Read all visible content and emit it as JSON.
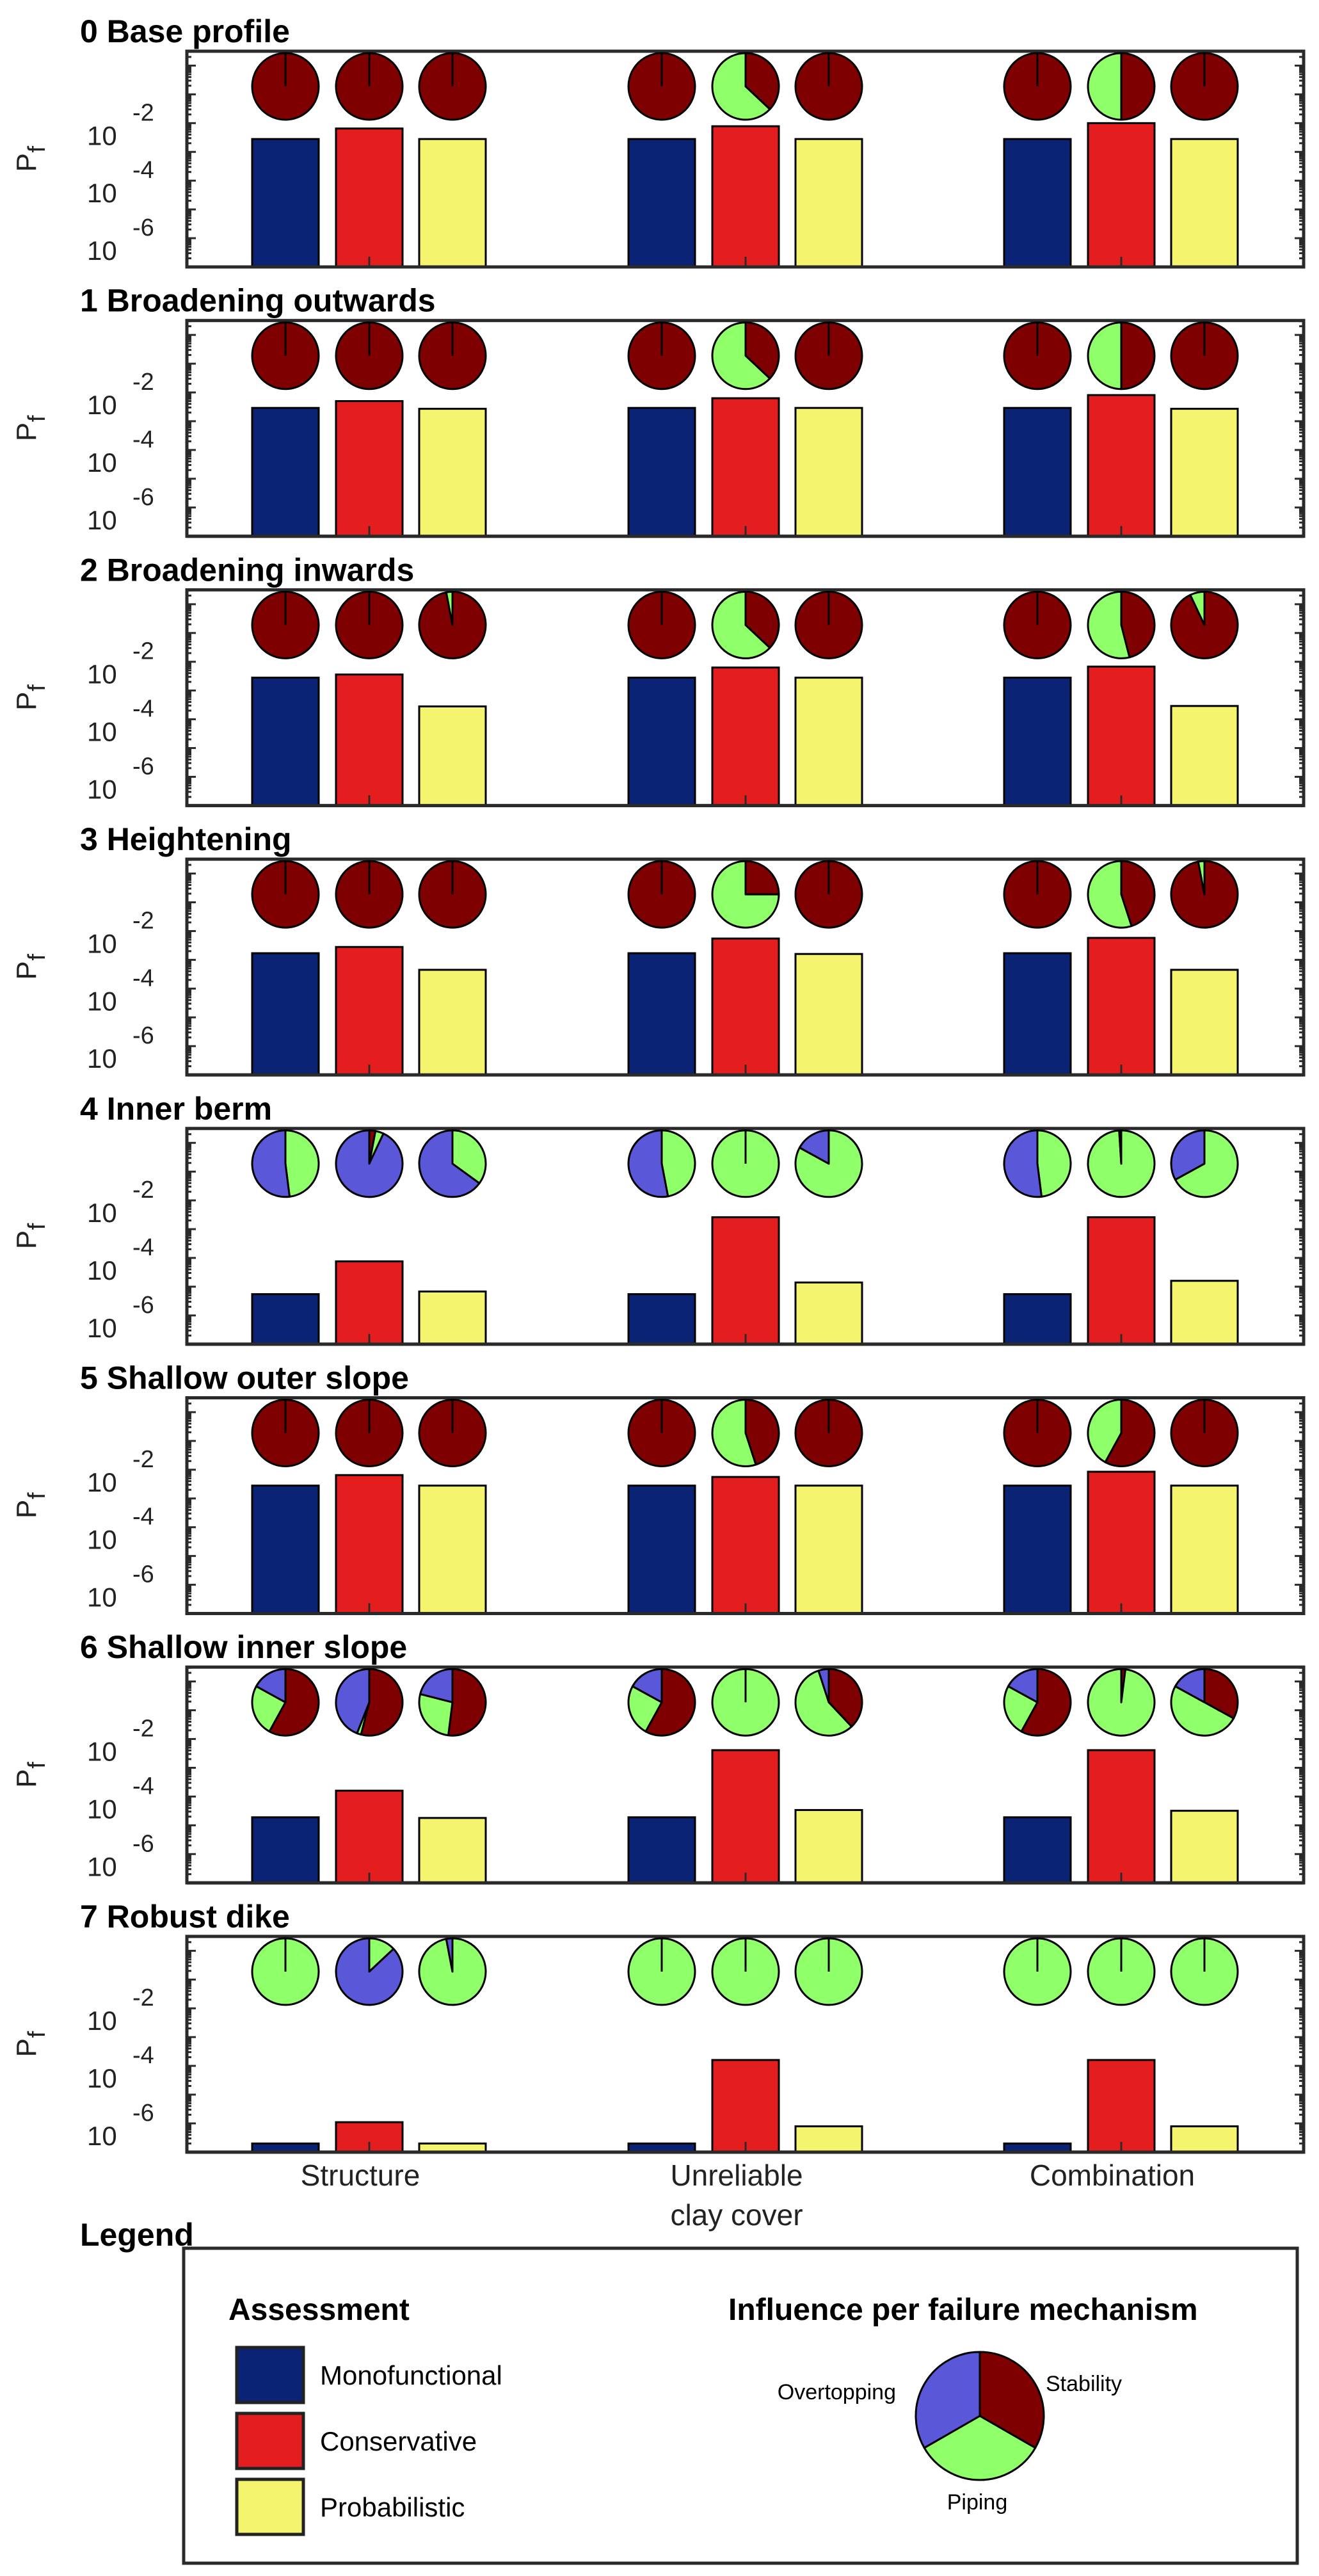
{
  "chart_data": {
    "type": "bar",
    "ylabel": "P",
    "ylabel_sub": "f",
    "yscale": "log",
    "ylim_log10": [
      -7,
      0.5
    ],
    "yticks": [
      {
        "base": "10",
        "exp": "-2",
        "log10": -2
      },
      {
        "base": "10",
        "exp": "-4",
        "log10": -4
      },
      {
        "base": "10",
        "exp": "-6",
        "log10": -6
      }
    ],
    "categories": [
      {
        "lines": [
          "Structure"
        ]
      },
      {
        "lines": [
          "Unreliable",
          "clay cover"
        ]
      },
      {
        "lines": [
          "Combination"
        ]
      }
    ],
    "series": [
      "Monofunctional",
      "Conservative",
      "Probabilistic"
    ],
    "series_colors": [
      "#0a2374",
      "#e41e1e",
      "#f4f46e"
    ],
    "mechanisms": [
      "Stability",
      "Piping",
      "Overtopping"
    ],
    "mechanism_colors": [
      "#7f0000",
      "#8fff6a",
      "#5a57d8"
    ],
    "panels": [
      {
        "title": "0 Base profile",
        "values": [
          [
            0.0028,
            0.0065,
            0.0028
          ],
          [
            0.0028,
            0.0078,
            0.0028
          ],
          [
            0.0028,
            0.01,
            0.0028
          ]
        ],
        "pies": [
          [
            [
              1,
              0,
              0
            ],
            [
              1,
              0,
              0
            ],
            [
              1,
              0,
              0
            ]
          ],
          [
            [
              1,
              0,
              0
            ],
            [
              0.37,
              0.63,
              0
            ],
            [
              1,
              0,
              0
            ]
          ],
          [
            [
              1,
              0,
              0
            ],
            [
              0.5,
              0.5,
              0
            ],
            [
              1,
              0,
              0
            ]
          ]
        ]
      },
      {
        "title": "1 Broadening outwards",
        "values": [
          [
            0.0029,
            0.005,
            0.0027
          ],
          [
            0.0029,
            0.0063,
            0.0029
          ],
          [
            0.0029,
            0.0081,
            0.0027
          ]
        ],
        "pies": [
          [
            [
              1,
              0,
              0
            ],
            [
              1,
              0,
              0
            ],
            [
              1,
              0,
              0
            ]
          ],
          [
            [
              1,
              0,
              0
            ],
            [
              0.37,
              0.63,
              0
            ],
            [
              1,
              0,
              0
            ]
          ],
          [
            [
              1,
              0,
              0
            ],
            [
              0.5,
              0.5,
              0
            ],
            [
              1,
              0,
              0
            ]
          ]
        ]
      },
      {
        "title": "2 Broadening inwards",
        "values": [
          [
            0.0028,
            0.0036,
            0.00028
          ],
          [
            0.0028,
            0.0063,
            0.0028
          ],
          [
            0.0028,
            0.0068,
            0.00029
          ]
        ],
        "pies": [
          [
            [
              1,
              0,
              0
            ],
            [
              1,
              0,
              0
            ],
            [
              0.97,
              0.03,
              0
            ]
          ],
          [
            [
              1,
              0,
              0
            ],
            [
              0.37,
              0.63,
              0
            ],
            [
              1,
              0,
              0
            ]
          ],
          [
            [
              1,
              0,
              0
            ],
            [
              0.46,
              0.54,
              0
            ],
            [
              0.93,
              0.07,
              0
            ]
          ]
        ]
      },
      {
        "title": "3 Heightening",
        "values": [
          [
            0.0017,
            0.0028,
            0.00045
          ],
          [
            0.0017,
            0.0055,
            0.0016
          ],
          [
            0.0017,
            0.0058,
            0.00045
          ]
        ],
        "pies": [
          [
            [
              1,
              0,
              0
            ],
            [
              1,
              0,
              0
            ],
            [
              1,
              0,
              0
            ]
          ],
          [
            [
              1,
              0,
              0
            ],
            [
              0.25,
              0.75,
              0
            ],
            [
              1,
              0,
              0
            ]
          ],
          [
            [
              1,
              0,
              0
            ],
            [
              0.45,
              0.55,
              0
            ],
            [
              0.97,
              0.03,
              0
            ]
          ]
        ]
      },
      {
        "title": "4 Inner berm",
        "values": [
          [
            5.5e-06,
            7.6e-05,
            6.8e-06
          ],
          [
            5.5e-06,
            0.0026,
            1.4e-05
          ],
          [
            5.5e-06,
            0.0026,
            1.6e-05
          ]
        ],
        "pies": [
          [
            [
              0,
              0.48,
              0.52
            ],
            [
              0.03,
              0.04,
              0.93
            ],
            [
              0,
              0.35,
              0.65
            ]
          ],
          [
            [
              0,
              0.47,
              0.53
            ],
            [
              0,
              1,
              0
            ],
            [
              0,
              0.83,
              0.17
            ]
          ],
          [
            [
              0,
              0.48,
              0.52
            ],
            [
              0,
              0.99,
              0.01
            ],
            [
              0,
              0.67,
              0.33
            ]
          ]
        ]
      },
      {
        "title": "5 Shallow outer slope",
        "values": [
          [
            0.0028,
            0.0065,
            0.0028
          ],
          [
            0.0028,
            0.0056,
            0.0028
          ],
          [
            0.0028,
            0.0085,
            0.0028
          ]
        ],
        "pies": [
          [
            [
              1,
              0,
              0
            ],
            [
              1,
              0,
              0
            ],
            [
              1,
              0,
              0
            ]
          ],
          [
            [
              1,
              0,
              0
            ],
            [
              0.45,
              0.55,
              0
            ],
            [
              1,
              0,
              0
            ]
          ],
          [
            [
              1,
              0,
              0
            ],
            [
              0.58,
              0.42,
              0
            ],
            [
              1,
              0,
              0
            ]
          ]
        ]
      },
      {
        "title": "6 Shallow inner slope",
        "values": [
          [
            1.9e-05,
            0.00016,
            1.8e-05
          ],
          [
            1.9e-05,
            0.0041,
            3.4e-05
          ],
          [
            1.9e-05,
            0.0041,
            3.2e-05
          ]
        ],
        "pies": [
          [
            [
              0.58,
              0.25,
              0.17
            ],
            [
              0.54,
              0.02,
              0.44
            ],
            [
              0.52,
              0.27,
              0.21
            ]
          ],
          [
            [
              0.58,
              0.25,
              0.17
            ],
            [
              0,
              1,
              0
            ],
            [
              0.38,
              0.57,
              0.05
            ]
          ],
          [
            [
              0.58,
              0.25,
              0.17
            ],
            [
              0.02,
              0.98,
              0
            ],
            [
              0.33,
              0.5,
              0.17
            ]
          ]
        ]
      },
      {
        "title": "7 Robust dike",
        "values": [
          [
            2e-07,
            1.1e-06,
            2e-07
          ],
          [
            2e-07,
            0.00016,
            7.9e-07
          ],
          [
            2e-07,
            0.00016,
            7.9e-07
          ]
        ],
        "pies": [
          [
            [
              0,
              1,
              0
            ],
            [
              0,
              0.13,
              0.87
            ],
            [
              0,
              0.97,
              0.03
            ]
          ],
          [
            [
              0,
              1,
              0
            ],
            [
              0,
              1,
              0
            ],
            [
              0,
              1,
              0
            ]
          ],
          [
            [
              0,
              1,
              0
            ],
            [
              0,
              1,
              0
            ],
            [
              0,
              1,
              0
            ]
          ]
        ]
      }
    ],
    "legend": {
      "title": "Legend",
      "assessment_title": "Assessment",
      "influence_title": "Influence per failure mechanism",
      "example_pie": [
        0.333,
        0.334,
        0.333
      ]
    }
  }
}
